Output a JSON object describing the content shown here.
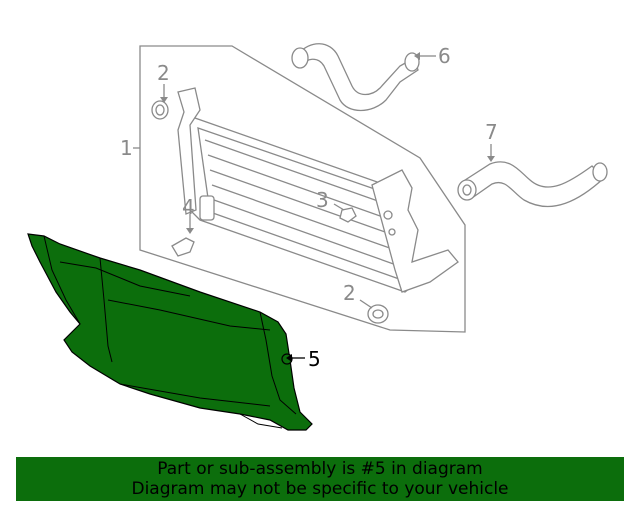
{
  "diagram": {
    "callouts": {
      "c1": "1",
      "c2a": "2",
      "c2b": "2",
      "c3": "3",
      "c4": "4",
      "c5": "5",
      "c6": "6",
      "c7": "7"
    },
    "highlight_color": "#0c6e0c",
    "line_color": "#8a8a8a"
  },
  "banner": {
    "line1": "Part or sub-assembly is #5 in diagram",
    "line2": "Diagram may not be specific to your vehicle",
    "background": "#0c6e0c"
  }
}
